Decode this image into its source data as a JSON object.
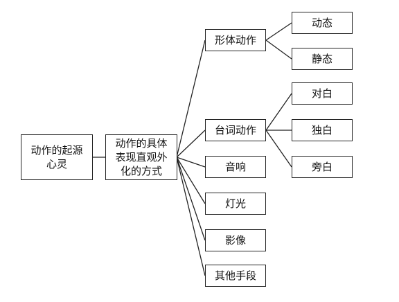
{
  "diagram": {
    "root": "动作的起源\n心灵",
    "middle": "动作的具体\n表现直观外\n化的方式",
    "branches": [
      {
        "label": "形体动作",
        "children": [
          "动态",
          "静态"
        ]
      },
      {
        "label": "台词动作",
        "children": [
          "对白",
          "独白",
          "旁白"
        ]
      },
      {
        "label": "音响",
        "children": []
      },
      {
        "label": "灯光",
        "children": []
      },
      {
        "label": "影像",
        "children": []
      },
      {
        "label": "其他手段",
        "children": []
      }
    ]
  }
}
